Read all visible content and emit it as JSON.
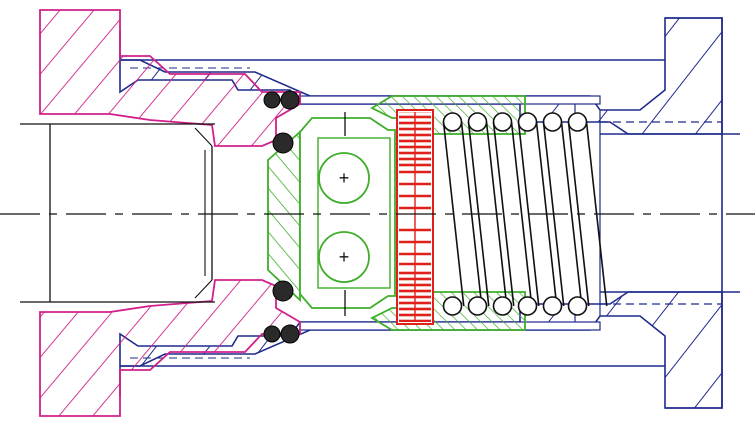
{
  "diagram": {
    "type": "mechanical-section-drawing",
    "colors": {
      "background": "#ffffff",
      "body_outline": "#1f2a8c",
      "body_hatch": "#1f2a8c",
      "inlet_fitting": "#d0208a",
      "poppet_guide": "#3fae2a",
      "disc": "#e0201a",
      "seal": "#222222",
      "spring": "#111111",
      "centerline": "#111111"
    },
    "parts": [
      {
        "id": "outlet-body",
        "name": "body-housing",
        "color": "body_outline",
        "hatched": true
      },
      {
        "id": "inlet-fitting",
        "name": "inlet-adapter",
        "color": "inlet_fitting",
        "hatched": true
      },
      {
        "id": "poppet",
        "name": "poppet-guide",
        "color": "poppet_guide",
        "hatched": true
      },
      {
        "id": "disc",
        "name": "valve-disc",
        "color": "disc",
        "hatched": true
      },
      {
        "id": "spring",
        "name": "compression-spring",
        "color": "spring",
        "hatched": false
      },
      {
        "id": "seals",
        "name": "o-ring-seals",
        "color": "seal",
        "hatched": false
      }
    ],
    "spring_coils": 6,
    "o_ring_count": 6,
    "ball_markers": 2,
    "ball_symbol": "+"
  }
}
